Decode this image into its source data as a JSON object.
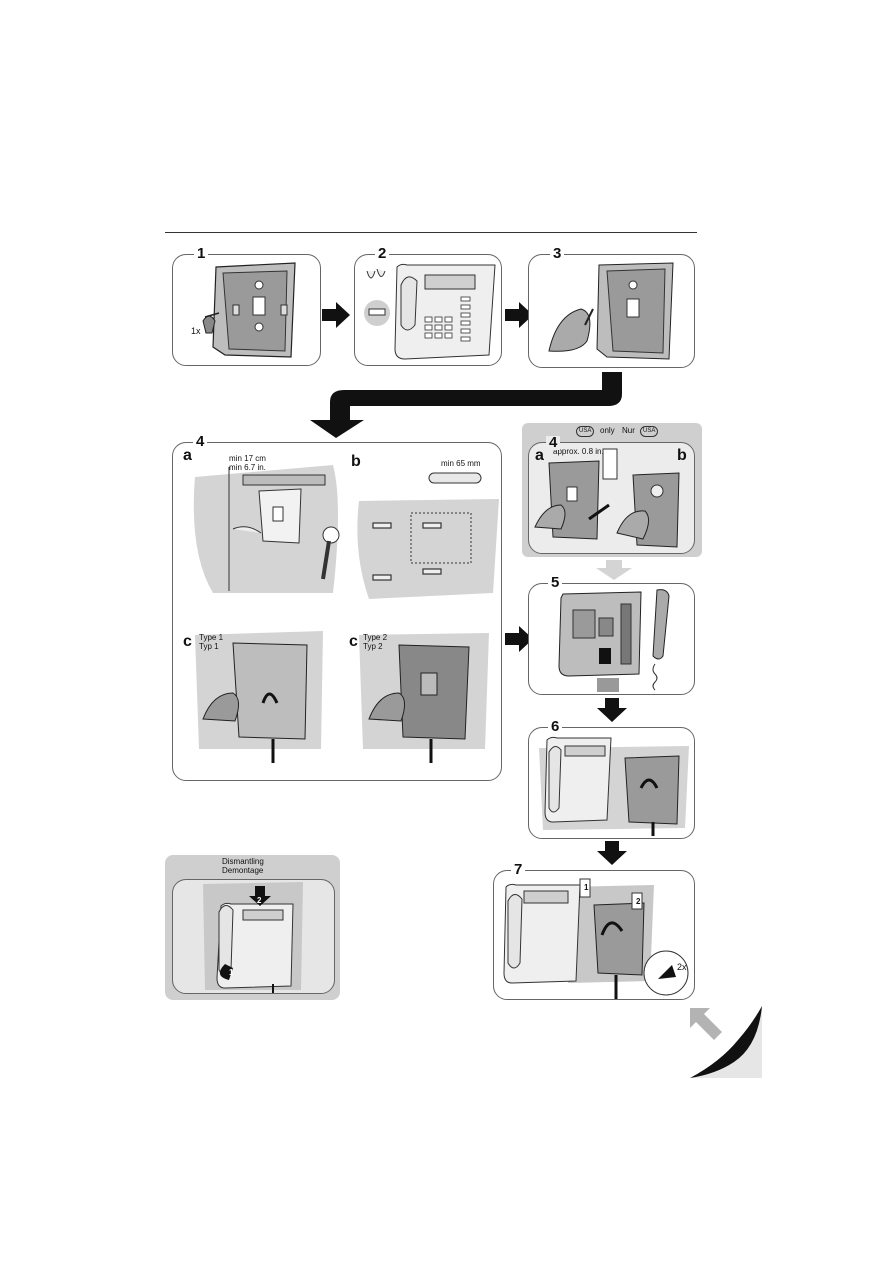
{
  "steps": {
    "s1": {
      "num": "1",
      "count_label": "1x"
    },
    "s2": {
      "num": "2"
    },
    "s3": {
      "num": "3"
    },
    "s4": {
      "num": "4",
      "a": "a",
      "b": "b",
      "c1": "c",
      "c2": "c",
      "min_17": "min 17 cm",
      "min_67": "min 6.7 in.",
      "min_65": "min 65 mm",
      "type1": "Type 1",
      "typ1": "Typ 1",
      "type2": "Type 2",
      "typ2": "Typ 2"
    },
    "s4usa": {
      "num": "4",
      "a": "a",
      "b": "b",
      "usa_only": "only",
      "nur": "Nur",
      "usa_badge": "USA",
      "approx": "approx. 0.8 in."
    },
    "s5": {
      "num": "5"
    },
    "s6": {
      "num": "6"
    },
    "s7": {
      "num": "7",
      "two_x": "2x",
      "marker1": "1",
      "marker2": "2"
    },
    "dismantle": {
      "title1": "Dismantling",
      "title2": "Demontage",
      "marker1": "1",
      "marker2": "2"
    }
  },
  "colors": {
    "panel_gray": "#d9d9d9",
    "arrow": "#111111",
    "corner_arrow": "#b3b3b3"
  }
}
